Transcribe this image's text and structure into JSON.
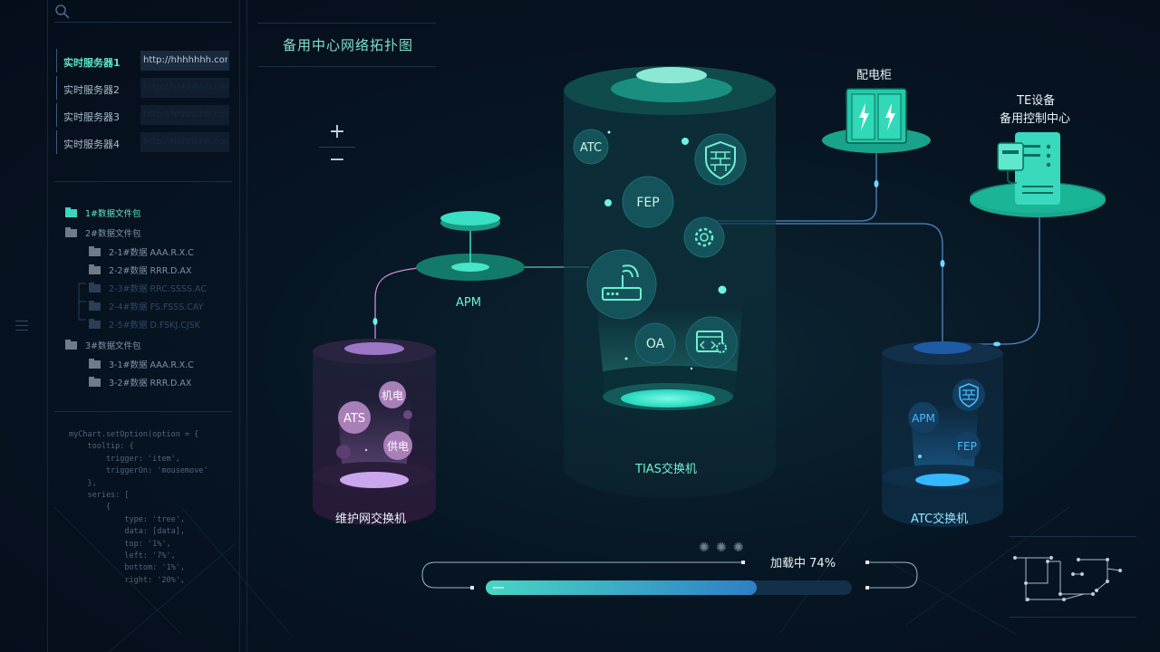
{
  "page_title": "备用中心网络拓扑图",
  "servers": [
    {
      "label": "实时服务器1",
      "url": "http://hhhhhhh.com",
      "active": true
    },
    {
      "label": "实时服务器2",
      "url": "http://hhhhhhh.com",
      "active": false
    },
    {
      "label": "实时服务器3",
      "url": "http://hhhhhhh.com",
      "active": false
    },
    {
      "label": "实时服务器4",
      "url": "http://hhhhhhh.com",
      "active": false
    }
  ],
  "tree": [
    {
      "label": "1#数据文件包",
      "level": 0,
      "state": "active"
    },
    {
      "label": "2#数据文件包",
      "level": 0,
      "state": "normal"
    },
    {
      "label": "2-1#数据 AAA.R.X.C",
      "level": 1,
      "state": "normal"
    },
    {
      "label": "2-2#数据 RRR.D.AX",
      "level": 1,
      "state": "normal"
    },
    {
      "label": "2-3#数据 RRC.SSSS.AC",
      "level": 1,
      "state": "dim"
    },
    {
      "label": "2-4#数据 FS.FSSS.CAY",
      "level": 1,
      "state": "dim"
    },
    {
      "label": "2-5#数据 D.FSKJ.CJSK",
      "level": 1,
      "state": "dim"
    },
    {
      "label": "3#数据文件包",
      "level": 0,
      "state": "normal"
    },
    {
      "label": "3-1#数据 AAA.R.X.C",
      "level": 1,
      "state": "normal"
    },
    {
      "label": "3-2#数据 RRR.D.AX",
      "level": 1,
      "state": "normal"
    }
  ],
  "code_lines": [
    "myChart.setOption(option = {",
    "    tooltip: {",
    "        trigger: 'item',",
    "        triggerOn: 'mousemove'",
    "    },",
    "    series: [",
    "        {",
    "            type: 'tree',",
    "",
    "            data: [data],",
    "",
    "            top: '1%',",
    "            left: '7%',",
    "            bottom: '1%',",
    "            right: '20%',"
  ],
  "zoom": {
    "in": "+",
    "out": "−"
  },
  "nodes": {
    "apm": "APM",
    "maintenance_switch": "维护网交换机",
    "tias_switch": "TIAS交换机",
    "atc_switch": "ATC交换机",
    "power_cabinet": "配电柜",
    "te_device_line1": "TE设备",
    "te_device_line2": "备用控制中心"
  },
  "badges": {
    "tias": [
      "ATC",
      "FEP",
      "OA"
    ],
    "maintenance": [
      "ATS",
      "机电",
      "供电"
    ],
    "atc": [
      "APM",
      "FEP"
    ]
  },
  "loading": {
    "label": "加载中",
    "percent_text": "74%",
    "progress": 0.74
  },
  "colors": {
    "accent": "#3de0c6",
    "purple": "#b48ad8",
    "blue": "#2fa8ff",
    "background": "#05101f"
  },
  "icons": {
    "search": "search-icon",
    "menu": "menu-icon",
    "shield": "firewall-shield-icon",
    "gear": "settings-gear-icon",
    "router": "wireless-router-icon",
    "code": "code-window-icon",
    "lightning": "lightning-icon",
    "server": "server-icon"
  }
}
